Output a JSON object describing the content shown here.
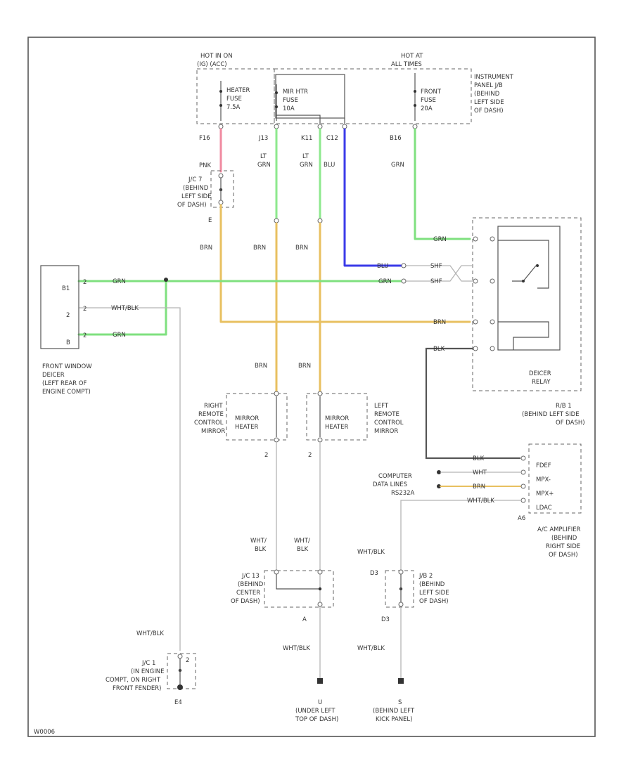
{
  "colors": {
    "pink": "#f08aa0",
    "light_green": "#8ee88e",
    "orange": "#e8c060",
    "blue": "#3a3ae8",
    "green": "#7fe07f",
    "gray": "#b5b5b5",
    "dark": "#555555"
  },
  "power": {
    "hot_on_label": "HOT IN ON",
    "hot_on_sub": "(IG) (ACC)",
    "hot_at_label": "HOT AT",
    "hot_at_sub": "ALL TIMES",
    "ip_label": [
      "INSTRUMENT",
      "PANEL J/B",
      "(BEHIND",
      "LEFT SIDE",
      "OF DASH)"
    ]
  },
  "fuses": {
    "heater": [
      "HEATER",
      "FUSE",
      "7.5A"
    ],
    "mirror": [
      "MIR HTR",
      "FUSE",
      "10A"
    ],
    "defog": [
      "FRONT",
      "FUSE",
      "20A"
    ]
  },
  "connectors": {
    "c1": "F16",
    "c2": "J13",
    "c3": "K11",
    "c4": "C12",
    "c5": "B16",
    "e": "E"
  },
  "wires": {
    "pnk": "PNK",
    "lt_grn_1": [
      "LT",
      "GRN"
    ],
    "lt_grn_2": [
      "LT",
      "GRN"
    ],
    "blu": "BLU",
    "grn_top": "GRN",
    "brn_1": "BRN",
    "brn_2": "BRN",
    "brn_3": "BRN",
    "brn_4": "BRN",
    "brn_5": "BRN",
    "grn_relay": "GRN",
    "blu_relay": "BLU",
    "shf1": "SHF",
    "shf2": "SHF",
    "grn_dg": "GRN",
    "brn_relay": "BRN",
    "blk_relay": "BLK",
    "grn_d1": "GRN",
    "wht_blk_d": "WHT/BLK",
    "grn_d2": "GRN",
    "blk_amp": "BLK",
    "wht_amp": "WHT",
    "brn_amp": "BRN",
    "wht_blk_amp": "WHT/BLK",
    "wht_blk_r": [
      "WHT/",
      "BLK"
    ],
    "wht_blk_l": [
      "WHT/",
      "BLK"
    ],
    "wht_blk_jb2": "WHT/BLK",
    "wht_blk_left": "WHT/BLK",
    "wht_blk_g1": "WHT/BLK",
    "wht_blk_g2": "WHT/BLK"
  },
  "components": {
    "jc7": [
      "J/C 7",
      "(BEHIND",
      "LEFT SIDE",
      "OF DASH)"
    ],
    "defogger": [
      "FRONT WINDOW",
      "DEICER",
      "(LEFT REAR OF",
      "ENGINE COMPT)"
    ],
    "defogger_pins": [
      "B1",
      "2",
      "B"
    ],
    "relay": [
      "DEICER",
      "RELAY"
    ],
    "rb1": [
      "R/B 1",
      "(BEHIND LEFT SIDE",
      "OF DASH)"
    ],
    "right_mirror": [
      "RIGHT",
      "REMOTE",
      "CONTROL",
      "MIRROR"
    ],
    "left_mirror": [
      "LEFT",
      "REMOTE",
      "CONTROL",
      "MIRROR"
    ],
    "mirror_heater": [
      "MIRROR",
      "HEATER"
    ],
    "pin_2a": "2",
    "pin_2b": "2",
    "computer": [
      "COMPUTER",
      "DATA LINES",
      "RS232A"
    ],
    "amp_pins": [
      "FDEF",
      "MPX-",
      "MPX+",
      "LDAC"
    ],
    "amp_code": "A6",
    "amp_label": [
      "A/C AMPLIFIER",
      "(BEHIND",
      "RIGHT SIDE",
      "OF DASH)"
    ],
    "jc13": [
      "J/C 13",
      "(BEHIND",
      "CENTER",
      "OF DASH)"
    ],
    "jb2": [
      "J/B 2",
      "(BEHIND",
      "LEFT SIDE",
      "OF DASH)"
    ],
    "jb2_code": "D3",
    "pin_a": "A",
    "jc1": [
      "J/C 1",
      "(IN ENGINE",
      "COMPT, ON RIGHT",
      "FRONT FENDER)"
    ],
    "jc1_code": "E4",
    "g_under": [
      "U",
      "(UNDER LEFT",
      "TOP OF DASH)"
    ],
    "g_behind": [
      "S",
      "(BEHIND LEFT",
      "KICK PANEL)"
    ]
  },
  "footer": {
    "code": "W0006"
  }
}
